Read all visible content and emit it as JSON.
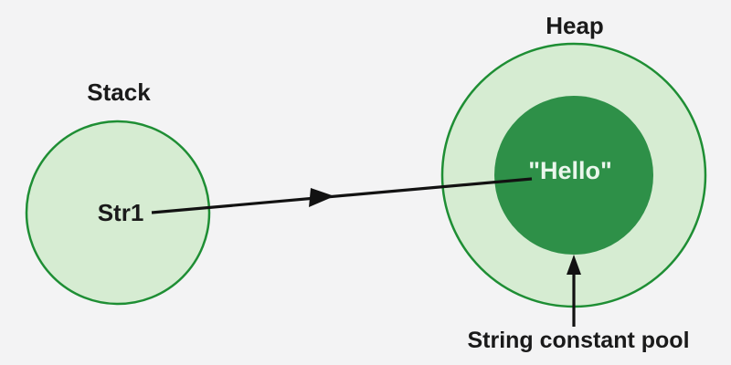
{
  "colors": {
    "background": "#f3f3f4",
    "circle_fill": "#d6ecd2",
    "circle_border": "#1e8e34",
    "inner_circle_fill": "#2e9048",
    "label_text": "#1a1a1a",
    "inner_text": "#eaf6ec",
    "arrow": "#121212"
  },
  "diagram": {
    "stack": {
      "title": "Stack",
      "variable": "Str1"
    },
    "heap": {
      "title": "Heap",
      "value": "\"Hello\"",
      "pool_label": "String constant pool"
    }
  }
}
